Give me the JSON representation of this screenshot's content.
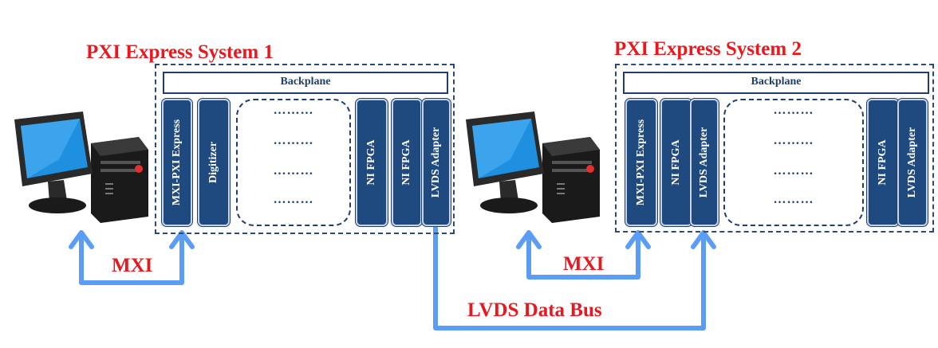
{
  "systems": [
    {
      "title": "PXI Express System 1",
      "backplane": "Backplane",
      "cards_left": [
        "MXI-PXI Express",
        "Digitizer"
      ],
      "cards_right": [
        "NI FPGA",
        "NI FPGA",
        "LVDS Adapter"
      ],
      "placeholder": [
        "………",
        "………",
        "………",
        "………"
      ]
    },
    {
      "title": "PXI Express System 2",
      "backplane": "Backplane",
      "cards_left": [
        "MXI-PXI Express",
        "NI FPGA",
        "LVDS Adapter"
      ],
      "cards_right": [
        "NI FPGA",
        "LVDS Adapter"
      ],
      "placeholder": [
        "………",
        "………",
        "………",
        "………"
      ]
    }
  ],
  "links": {
    "mxi_1": "MXI",
    "mxi_2": "MXI",
    "lvds": "LVDS Data Bus"
  },
  "colors": {
    "title": "#e8191e",
    "card": "#1f4a80",
    "arrow": "#5b9cf5",
    "border": "#2a4a78"
  },
  "icons": [
    "computer-icon",
    "computer-icon"
  ]
}
